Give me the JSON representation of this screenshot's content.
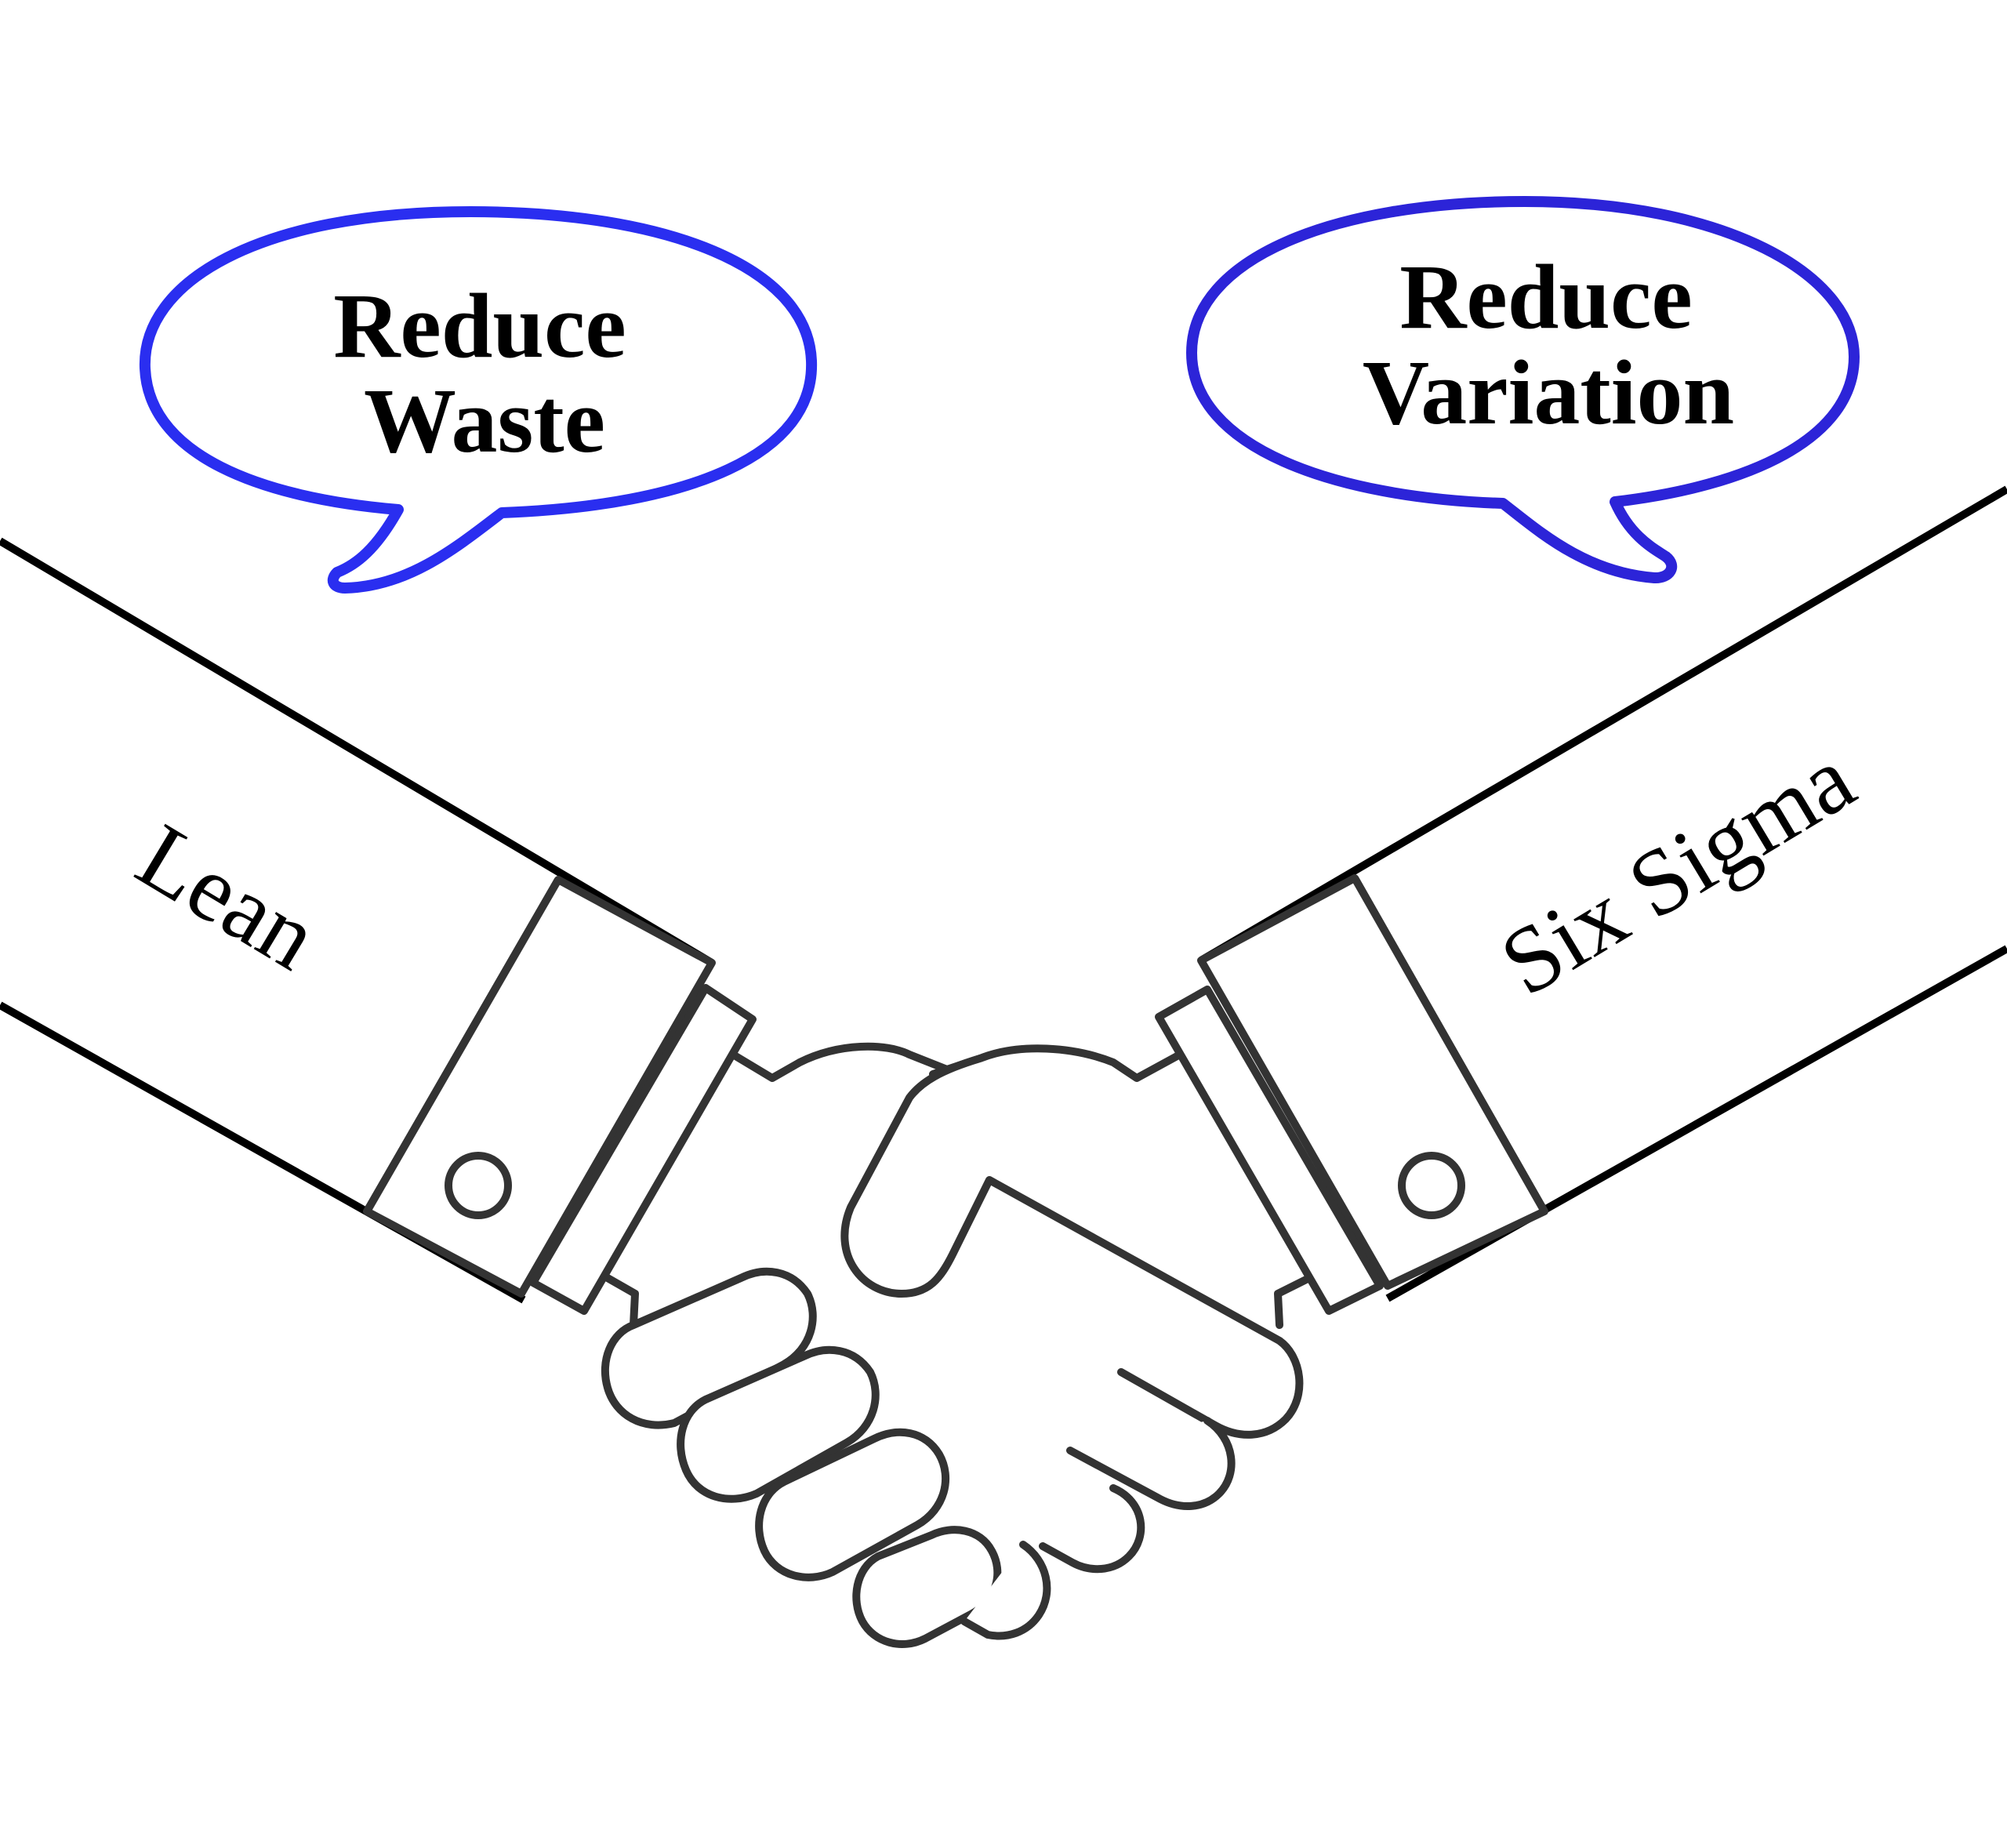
{
  "colors": {
    "bubble_left_outline": "#2a2ef0",
    "bubble_right_outline": "#2c24d8",
    "line": "#000000",
    "hand_line": "#333333",
    "background": "#ffffff"
  },
  "bubbles": {
    "left": {
      "line1": "Reduce",
      "line2": "Waste"
    },
    "right": {
      "line1": "Reduce",
      "line2": "Variation"
    }
  },
  "sleeves": {
    "left": {
      "label": "Lean"
    },
    "right": {
      "label": "Six Sigma"
    }
  },
  "icons": [
    "speech-bubble-icon",
    "speech-bubble-icon",
    "handshake-icon",
    "cufflink-icon",
    "cufflink-icon"
  ]
}
